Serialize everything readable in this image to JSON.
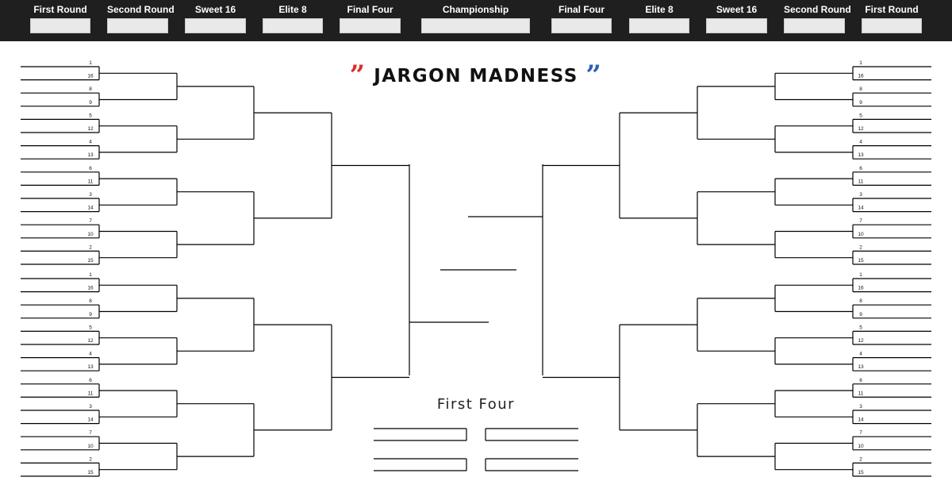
{
  "header": {
    "rounds": [
      "First Round",
      "Second Round",
      "Sweet 16",
      "Elite 8",
      "Final Four",
      "Championship",
      "Final Four",
      "Elite 8",
      "Sweet 16",
      "Second Round",
      "First Round"
    ]
  },
  "title": {
    "text": "JARGON MADNESS",
    "open_quote": "”",
    "close_quote": "”",
    "open_quote_color": "#d9302c",
    "close_quote_color": "#2d63b5"
  },
  "seeds": [
    "1",
    "16",
    "8",
    "9",
    "5",
    "12",
    "4",
    "13",
    "6",
    "11",
    "3",
    "14",
    "7",
    "10",
    "2",
    "15"
  ],
  "first_four": {
    "label": "First Four"
  },
  "colors": {
    "topbar": "#1f1f1f",
    "slot": "#e9e9e9",
    "line": "#000000"
  }
}
